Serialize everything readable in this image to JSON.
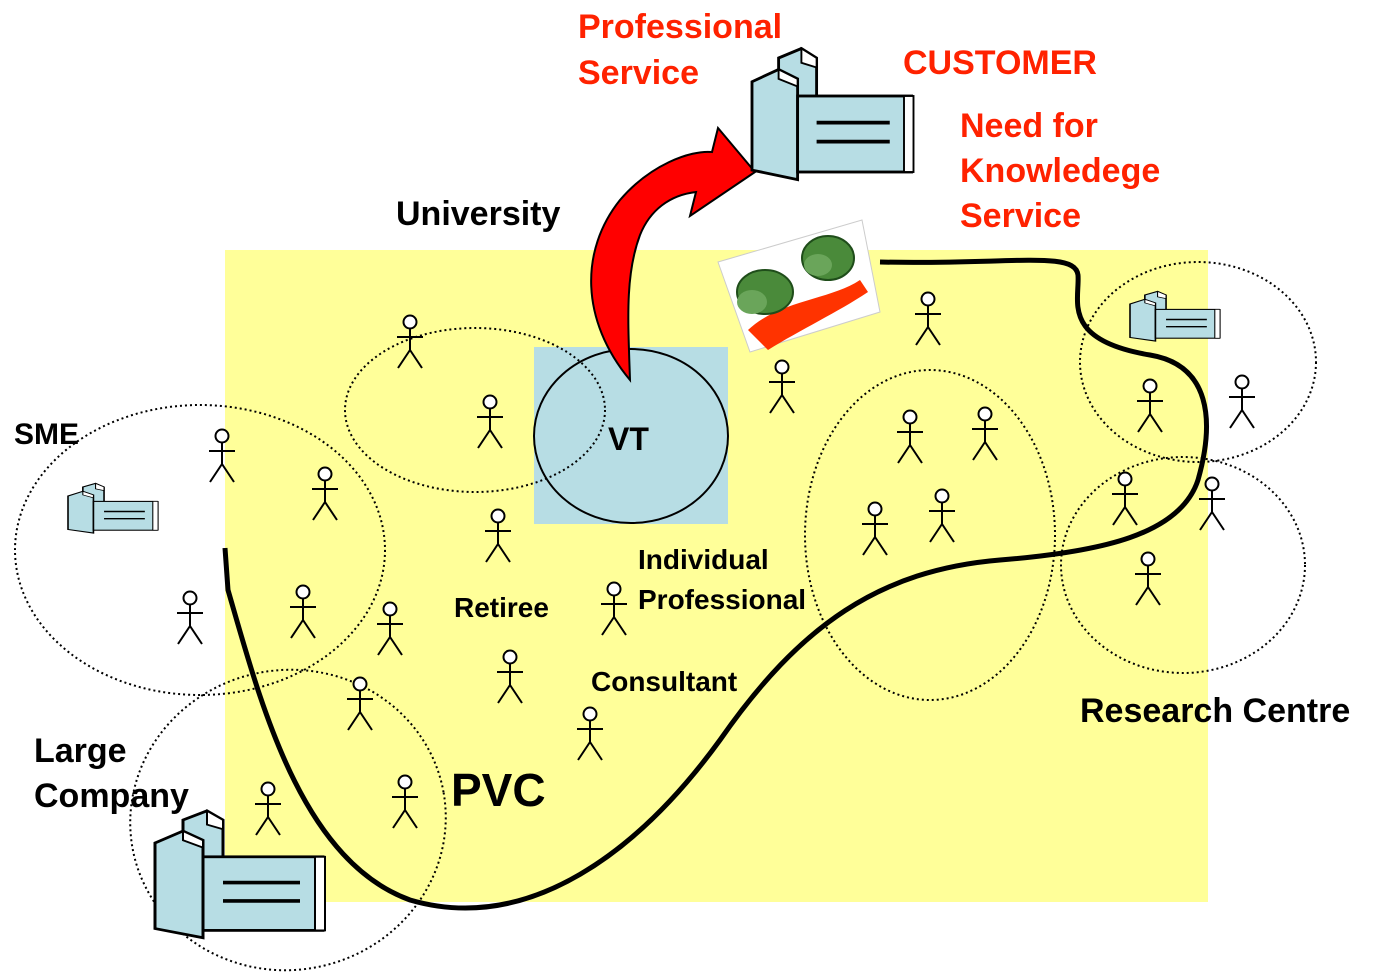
{
  "labels": {
    "professional_service": [
      "Professional",
      "Service"
    ],
    "customer": "CUSTOMER",
    "need": [
      "Need for",
      "Knowledege",
      "Service"
    ],
    "university": "University",
    "sme": "SME",
    "vt": "VT",
    "individual_professional": [
      "Individual",
      "Professional"
    ],
    "retiree": "Retiree",
    "consultant": "Consultant",
    "research_centre": "Research Centre",
    "large_company": [
      "Large",
      "Company"
    ],
    "pvc": "PVC"
  },
  "colors": {
    "pvc_area": "#ffff99",
    "vt_box": "#b7dde4",
    "vt_circle": "#b7dde4",
    "building": "#b7dde4",
    "red_text": "#ff2200",
    "arrow": "#ff0000",
    "text": "#000000"
  },
  "icons": [
    "building-icon",
    "person-icon",
    "money-icon",
    "curved-arrow-icon"
  ]
}
